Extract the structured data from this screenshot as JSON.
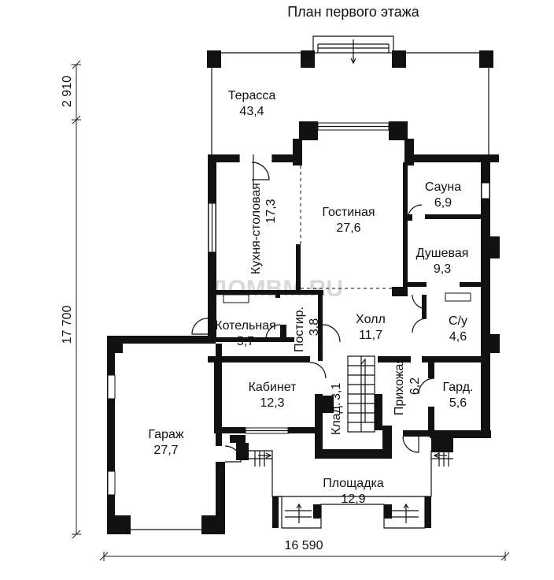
{
  "title": "План первого этажа",
  "watermark": "ДОМВМ.RU",
  "dimensions": {
    "width": "16 590",
    "height": "17 700",
    "terrace_depth": "2 910"
  },
  "rooms": {
    "terrace": {
      "name": "Терасса",
      "area": "43,4"
    },
    "kitchen": {
      "name": "Кухня-столовая",
      "area": "17,3"
    },
    "living": {
      "name": "Гостиная",
      "area": "27,6"
    },
    "sauna": {
      "name": "Сауна",
      "area": "6,9"
    },
    "shower": {
      "name": "Душевая",
      "area": "9,3"
    },
    "boiler": {
      "name": "Котельная",
      "area": "5,7"
    },
    "laundry": {
      "name": "Постир.",
      "area": "3,8"
    },
    "hall": {
      "name": "Холл",
      "area": "11,7"
    },
    "wc": {
      "name": "С/у",
      "area": "4,6"
    },
    "hallway": {
      "name": "Прихожая",
      "area": "6,2"
    },
    "wardrobe": {
      "name": "Гард.",
      "area": "5,6"
    },
    "study": {
      "name": "Кабинет",
      "area": "12,3"
    },
    "pantry": {
      "name": "Клад.",
      "area": "3,1"
    },
    "garage": {
      "name": "Гараж",
      "area": "27,7"
    },
    "porch": {
      "name": "Площадка",
      "area": "12,9"
    }
  },
  "stair_icon": "arrow-icon"
}
